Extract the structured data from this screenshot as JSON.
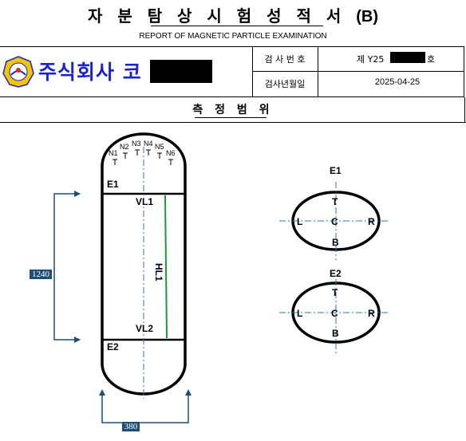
{
  "document": {
    "title": "자 분 탐 상 시 험 성 적 서",
    "title_suffix": "(B)",
    "subtitle": "REPORT OF MAGNETIC PARTICLE EXAMINATION"
  },
  "header": {
    "company_name": "주식회사 코",
    "report_no_label": "검 사 번 호",
    "report_no_prefix": "제 Y25",
    "report_no_suffix": "호",
    "date_label": "검사년월일",
    "date_value": "2025-04-25"
  },
  "section": {
    "title": "측 정 범 위"
  },
  "drawing": {
    "nozzles": [
      "N1",
      "N2",
      "N3",
      "N4",
      "N5",
      "N6"
    ],
    "end_labels": [
      "E1",
      "E2"
    ],
    "weld_labels": {
      "vl1": "VL1",
      "vl2": "VL2",
      "hl1": "HL1"
    },
    "dim_height": "1240",
    "dim_width": "380",
    "head_details": [
      {
        "title": "E1",
        "top": "T",
        "left": "L",
        "center": "C",
        "right": "R",
        "bottom": "B"
      },
      {
        "title": "E2",
        "top": "T",
        "left": "L",
        "center": "C",
        "right": "R",
        "bottom": "B"
      }
    ],
    "colors": {
      "logo_text": "#1a24c9",
      "dimension_arrow": "#1f4e79",
      "weld_line": "#1a9a3a",
      "centerline": "#2e75b6"
    }
  }
}
